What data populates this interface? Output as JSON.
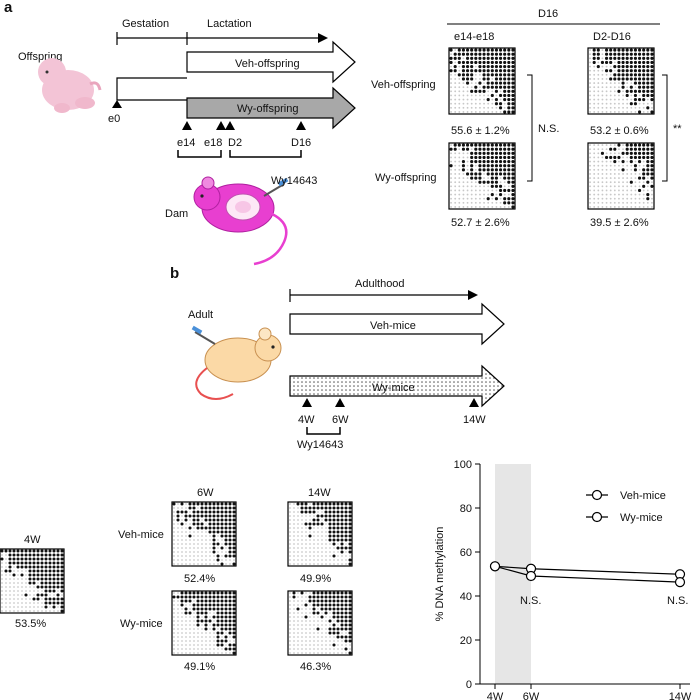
{
  "panel_a": {
    "label": "a",
    "offspring_label": "Offspring",
    "gestation": "Gestation",
    "lactation": "Lactation",
    "e0": "e0",
    "veh_arrow": "Veh-offspring",
    "wy_arrow": "Wy-offspring",
    "time_points": [
      "e14",
      "e18",
      "D2",
      "D16"
    ],
    "dam_label": "Dam",
    "drug_label": "Wy14643",
    "d16_header": "D16",
    "col_headers": [
      "e14-e18",
      "D2-D16"
    ],
    "row_labels": [
      "Veh-offspring",
      "Wy-offspring"
    ],
    "values": [
      "55.6 ± 1.2%",
      "53.2 ± 0.6%",
      "52.7 ± 2.6%",
      "39.5 ± 2.6%"
    ],
    "ns": "N.S.",
    "sig": "**"
  },
  "panel_b": {
    "label": "b",
    "adult_label": "Adult",
    "adulthood": "Adulthood",
    "veh_arrow": "Veh-mice",
    "wy_arrow": "Wy-mice",
    "time_points": [
      "4W",
      "6W",
      "14W"
    ],
    "drug_label": "Wy14643",
    "w4_title": "4W",
    "w4_value": "53.5%",
    "col_headers": [
      "6W",
      "14W"
    ],
    "row_labels": [
      "Veh-mice",
      "Wy-mice"
    ],
    "values": [
      "52.4%",
      "49.9%",
      "49.1%",
      "46.3%"
    ]
  },
  "chart_data": {
    "type": "line",
    "ylabel": "% DNA methylation",
    "ylim": [
      0,
      100
    ],
    "yticks": [
      0,
      20,
      40,
      60,
      80,
      100
    ],
    "x": [
      "4W",
      "6W",
      "14W"
    ],
    "series": [
      {
        "name": "Veh-mice",
        "values": [
          53.5,
          52.4,
          49.9
        ]
      },
      {
        "name": "Wy-mice",
        "values": [
          53.5,
          49.1,
          46.3
        ]
      }
    ],
    "annotations": [
      "N.S.",
      "N.S."
    ],
    "shaded": "4W-6W",
    "legend": "top-right"
  }
}
